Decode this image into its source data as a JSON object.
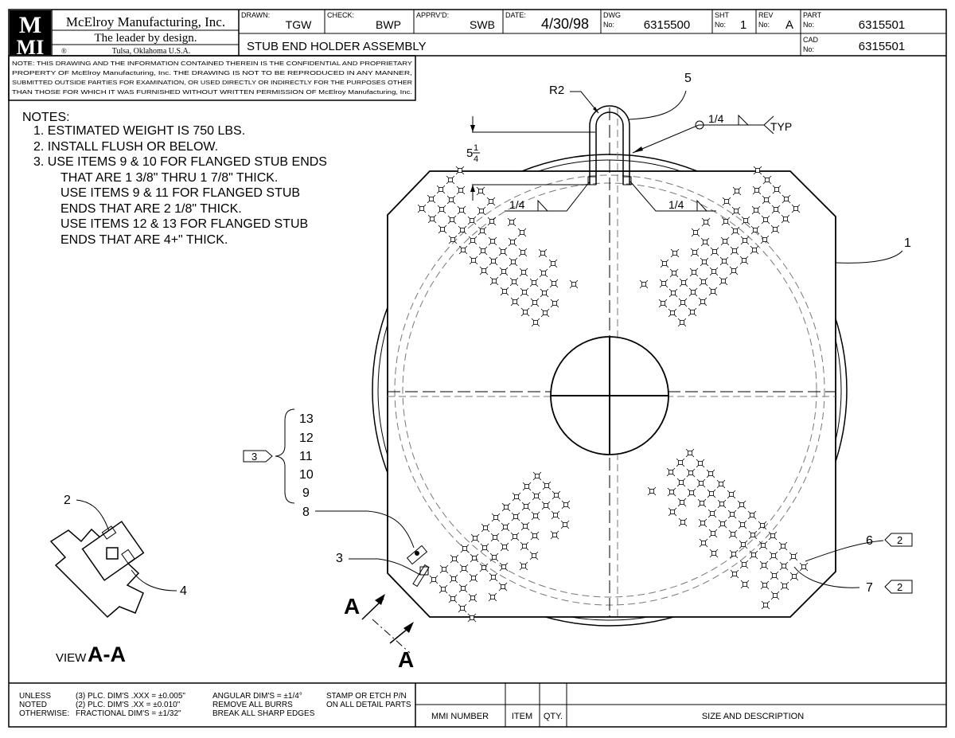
{
  "title_block": {
    "logo_top": "M",
    "logo_bottom": "MI",
    "company": "McElroy Manufacturing, Inc.",
    "slogan": "The leader by design.",
    "registered": "®",
    "location": "Tulsa, Oklahoma U.S.A.",
    "drawn_label": "DRAWN:",
    "drawn": "TGW",
    "check_label": "CHECK:",
    "check": "BWP",
    "apprvd_label": "APPRV'D:",
    "apprvd": "SWB",
    "date_label": "DATE:",
    "date": "4/30/98",
    "dwg_label_1": "DWG",
    "dwg_label_2": "No:",
    "dwg_no": "6315500",
    "sht_label_1": "SHT",
    "sht_label_2": "No:",
    "sht_no": "1",
    "rev_label_1": "REV",
    "rev_label_2": "No:",
    "rev_no": "A",
    "part_label_1": "PART",
    "part_label_2": "No:",
    "part_no": "6315501",
    "cad_label_1": "CAD",
    "cad_label_2": "No:",
    "cad_no": "6315501",
    "drawing_title": "STUB END HOLDER ASSEMBLY",
    "confidential": [
      "NOTE: THIS DRAWING AND THE INFORMATION CONTAINED THEREIN IS THE CONFIDENTIAL AND PROPRIETARY",
      "PROPERTY OF McElroy Manufacturing, Inc. THE DRAWING IS NOT TO BE REPRODUCED IN ANY MANNER,",
      "SUBMITTED OUTSIDE PARTIES FOR EXAMINATION, OR USED DIRECTLY OR INDIRECTLY FOR THE PURPOSES OTHER",
      "THAN THOSE FOR WHICH IT WAS FURNISHED WITHOUT WRITTEN PERMISSION OF McElroy Manufacturing, Inc."
    ]
  },
  "notes": {
    "heading": "NOTES:",
    "lines": [
      "1.  ESTIMATED WEIGHT IS 750 LBS.",
      "2.  INSTALL FLUSH OR BELOW.",
      "3.  USE ITEMS 9 & 10 FOR FLANGED STUB ENDS",
      "THAT ARE 1 3/8\" THRU 1 7/8\" THICK.",
      "USE ITEMS 9 & 11 FOR FLANGED STUB",
      "ENDS THAT ARE 2 1/8\" THICK.",
      "USE ITEMS 12 & 13 FOR FLANGED STUB",
      "ENDS THAT ARE 4+\" THICK."
    ]
  },
  "callouts": {
    "r2": "R2",
    "item5": "5",
    "weld_top": "1/4",
    "typ": "TYP",
    "dim_whole": "5",
    "dim_num": "1",
    "dim_den": "4",
    "weld_left": "1/4",
    "weld_right": "1/4",
    "item1": "1",
    "note_flag": "3",
    "brace_items": [
      "13",
      "12",
      "11",
      "10",
      "9"
    ],
    "item8": "8",
    "item3": "3",
    "item2": "2",
    "item4": "4",
    "item6": "6",
    "item6_flag": "2",
    "item7": "7",
    "item7_flag": "2",
    "section_a_top": "A",
    "section_a_bottom": "A",
    "view_label_small": "VIEW",
    "view_label_large": "A-A"
  },
  "footer": {
    "unless": "UNLESS",
    "noted": "NOTED",
    "otherwise": "OTHERWISE:",
    "tol_3pl": "(3) PLC. DIM'S .XXX = ±0.005\"",
    "tol_2pl": "(2) PLC. DIM'S .XX = ±0.010\"",
    "tol_frac": "FRACTIONAL DIM'S = ±1/32\"",
    "angular": "ANGULAR DIM'S = ±1/4°",
    "burrs": "REMOVE ALL BURRS",
    "edges": "BREAK ALL SHARP EDGES",
    "stamp_1": "STAMP OR ETCH P/N",
    "stamp_2": "ON ALL DETAIL PARTS",
    "col_mmi": "MMI NUMBER",
    "col_item": "ITEM",
    "col_qty": "QTY.",
    "col_desc": "SIZE AND DESCRIPTION"
  }
}
